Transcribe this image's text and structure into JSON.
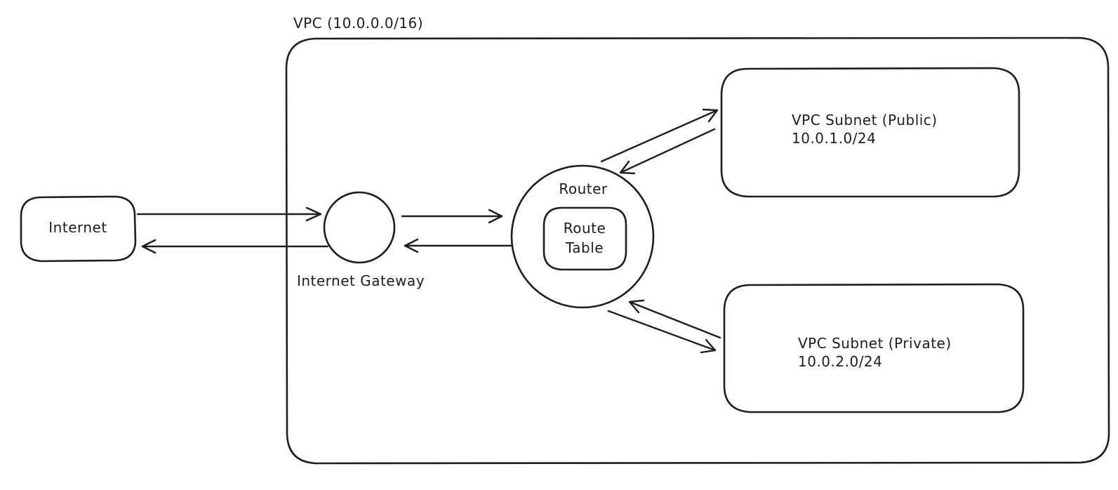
{
  "title": "VPC (10.0.0.0/16)",
  "nodes": {
    "internet": {
      "label": "Internet"
    },
    "internet_gateway": {
      "label": "Internet Gateway"
    },
    "router": {
      "label": "Router"
    },
    "route_table": {
      "lines": [
        "Route",
        "Table"
      ]
    },
    "subnet_public": {
      "name": "VPC Subnet (Public)",
      "cidr": "10.0.1.0/24"
    },
    "subnet_private": {
      "name": "VPC Subnet (Private)",
      "cidr": "10.0.2.0/24"
    }
  },
  "edges": [
    {
      "from": "Internet",
      "to": "Internet Gateway"
    },
    {
      "from": "Internet Gateway",
      "to": "Internet"
    },
    {
      "from": "Internet Gateway",
      "to": "Router"
    },
    {
      "from": "Router",
      "to": "Internet Gateway"
    },
    {
      "from": "Router",
      "to": "VPC Subnet (Public)"
    },
    {
      "from": "VPC Subnet (Public)",
      "to": "Router"
    },
    {
      "from": "Router",
      "to": "VPC Subnet (Private)"
    },
    {
      "from": "VPC Subnet (Private)",
      "to": "Router"
    }
  ],
  "colors": {
    "stroke": "#1e1e1e",
    "background": "#ffffff"
  }
}
